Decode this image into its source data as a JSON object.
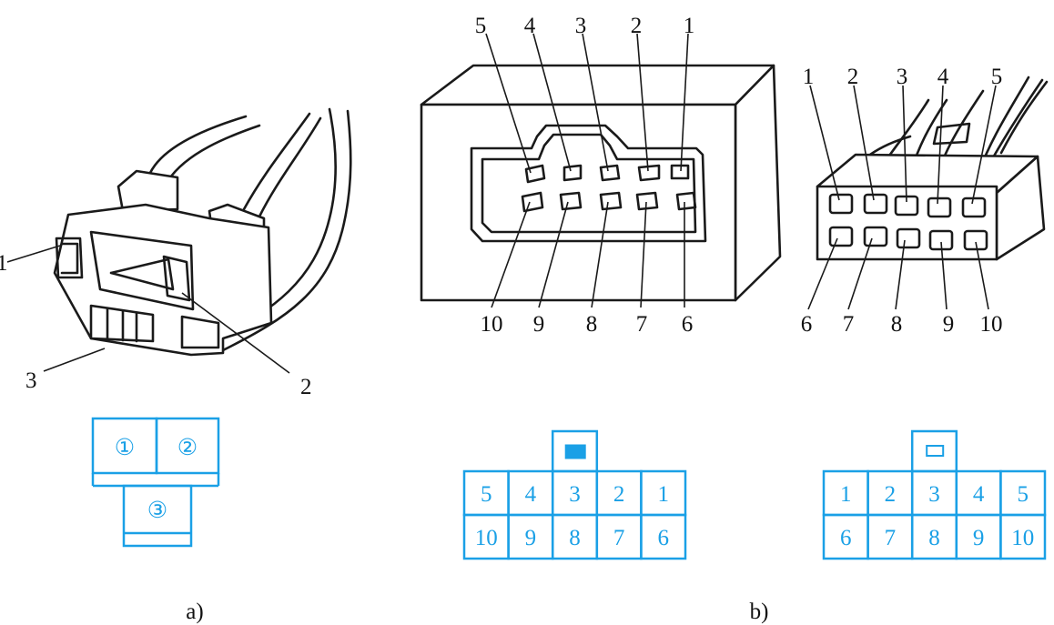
{
  "colors": {
    "accent": "#1aa0e6",
    "ink": "#1a1a1a"
  },
  "captions": {
    "a": "a)",
    "b": "b)"
  },
  "connector_a": {
    "callouts": [
      "1",
      "2",
      "3"
    ],
    "cells": [
      "①",
      "②",
      "③"
    ]
  },
  "connector_b_female": {
    "top_callouts": [
      "5",
      "4",
      "3",
      "2",
      "1"
    ],
    "bottom_callouts": [
      "10",
      "9",
      "8",
      "7",
      "6"
    ],
    "key": "filled",
    "rows": [
      [
        "5",
        "4",
        "3",
        "2",
        "1"
      ],
      [
        "10",
        "9",
        "8",
        "7",
        "6"
      ]
    ]
  },
  "connector_b_male": {
    "top_callouts": [
      "1",
      "2",
      "3",
      "4",
      "5"
    ],
    "bottom_callouts": [
      "6",
      "7",
      "8",
      "9",
      "10"
    ],
    "key": "hollow",
    "rows": [
      [
        "1",
        "2",
        "3",
        "4",
        "5"
      ],
      [
        "6",
        "7",
        "8",
        "9",
        "10"
      ]
    ]
  }
}
